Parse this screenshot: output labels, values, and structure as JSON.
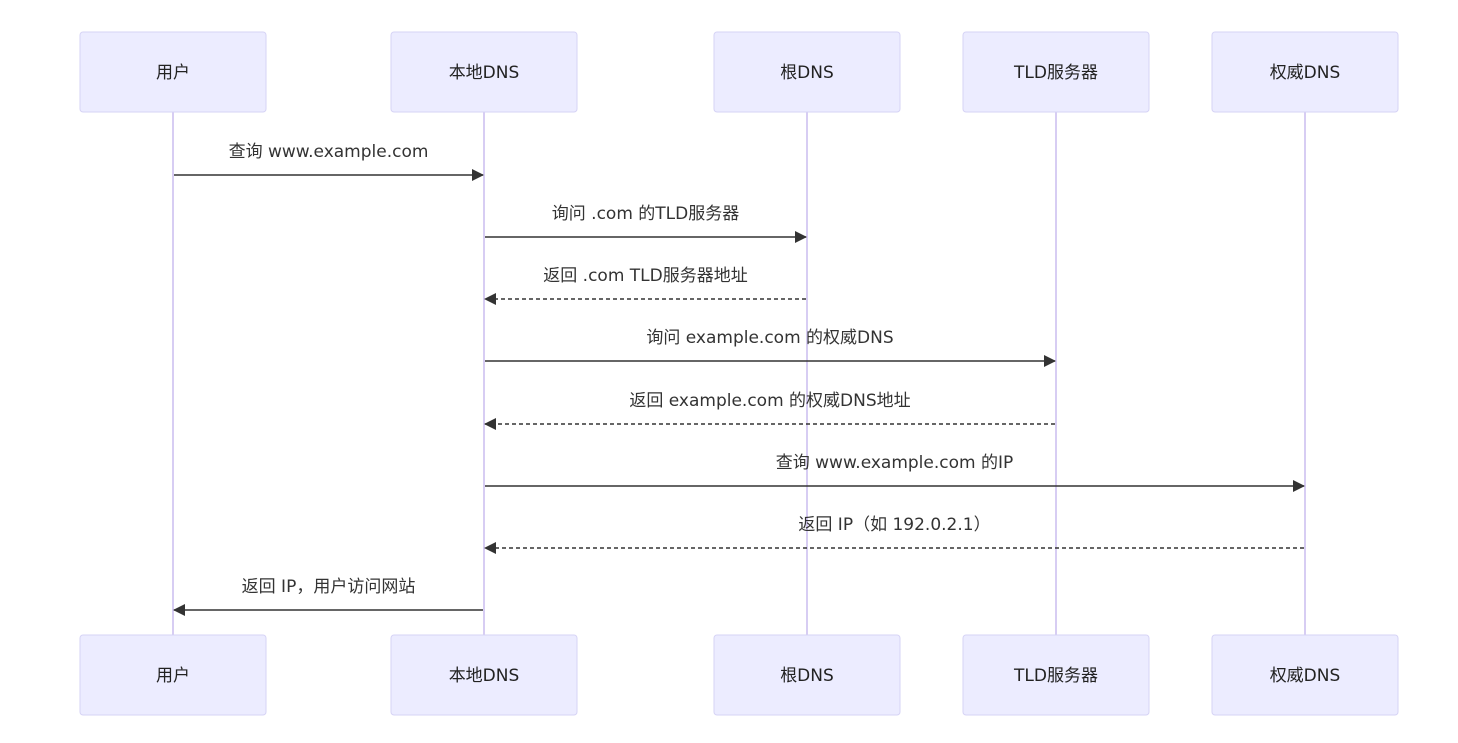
{
  "actors": [
    {
      "id": "user",
      "label": "用户"
    },
    {
      "id": "local",
      "label": "本地DNS"
    },
    {
      "id": "root",
      "label": "根DNS"
    },
    {
      "id": "tld",
      "label": "TLD服务器"
    },
    {
      "id": "auth",
      "label": "权威DNS"
    }
  ],
  "messages": [
    {
      "from": "user",
      "to": "local",
      "label": "查询 www.example.com",
      "style": "solid"
    },
    {
      "from": "local",
      "to": "root",
      "label": "询问 .com 的TLD服务器",
      "style": "solid"
    },
    {
      "from": "root",
      "to": "local",
      "label": "返回 .com TLD服务器地址",
      "style": "dashed"
    },
    {
      "from": "local",
      "to": "tld",
      "label": "询问 example.com 的权威DNS",
      "style": "solid"
    },
    {
      "from": "tld",
      "to": "local",
      "label": "返回 example.com 的权威DNS地址",
      "style": "dashed"
    },
    {
      "from": "local",
      "to": "auth",
      "label": "查询 www.example.com 的IP",
      "style": "solid"
    },
    {
      "from": "auth",
      "to": "local",
      "label": "返回 IP（如 192.0.2.1）",
      "style": "dashed"
    },
    {
      "from": "local",
      "to": "user",
      "label": "返回 IP，用户访问网站",
      "style": "solid"
    }
  ]
}
